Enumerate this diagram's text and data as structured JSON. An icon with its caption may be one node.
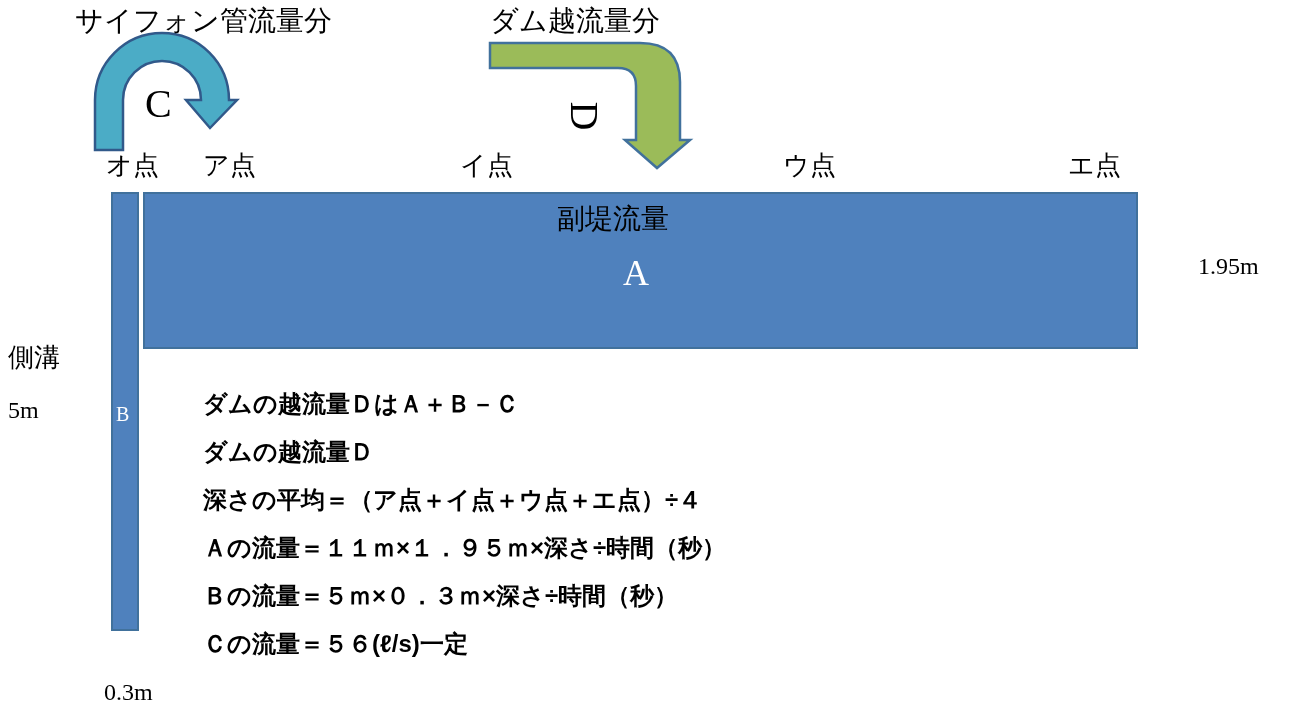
{
  "diagram": {
    "nodes": [
      {
        "text": [
          "サイフォン管流量分",
          "C"
        ]
      },
      {
        "text": [
          "ダム越流量分",
          "D"
        ]
      },
      {
        "text": [
          "副堤流量",
          "A"
        ]
      },
      {
        "text": [
          "B"
        ]
      }
    ],
    "edges": [],
    "labels": [
      "オ点",
      "ア点",
      "イ点",
      "ウ点",
      "エ点",
      "1.95m",
      "側溝",
      "5m",
      "ダムの越流量ＤはＡ＋Ｂ－Ｃ",
      "ダムの越流量Ｄ",
      "深さの平均＝（ア点＋イ点＋ウ点＋エ点）÷４",
      "Ａの流量＝１１ｍ×１．９５ｍ×深さ÷時間（秒）",
      "Ｂの流量＝５ｍ×０．３ｍ×深さ÷時間（秒）",
      "Ｃの流量＝５６(ℓ/s)一定",
      "0.3m"
    ]
  }
}
